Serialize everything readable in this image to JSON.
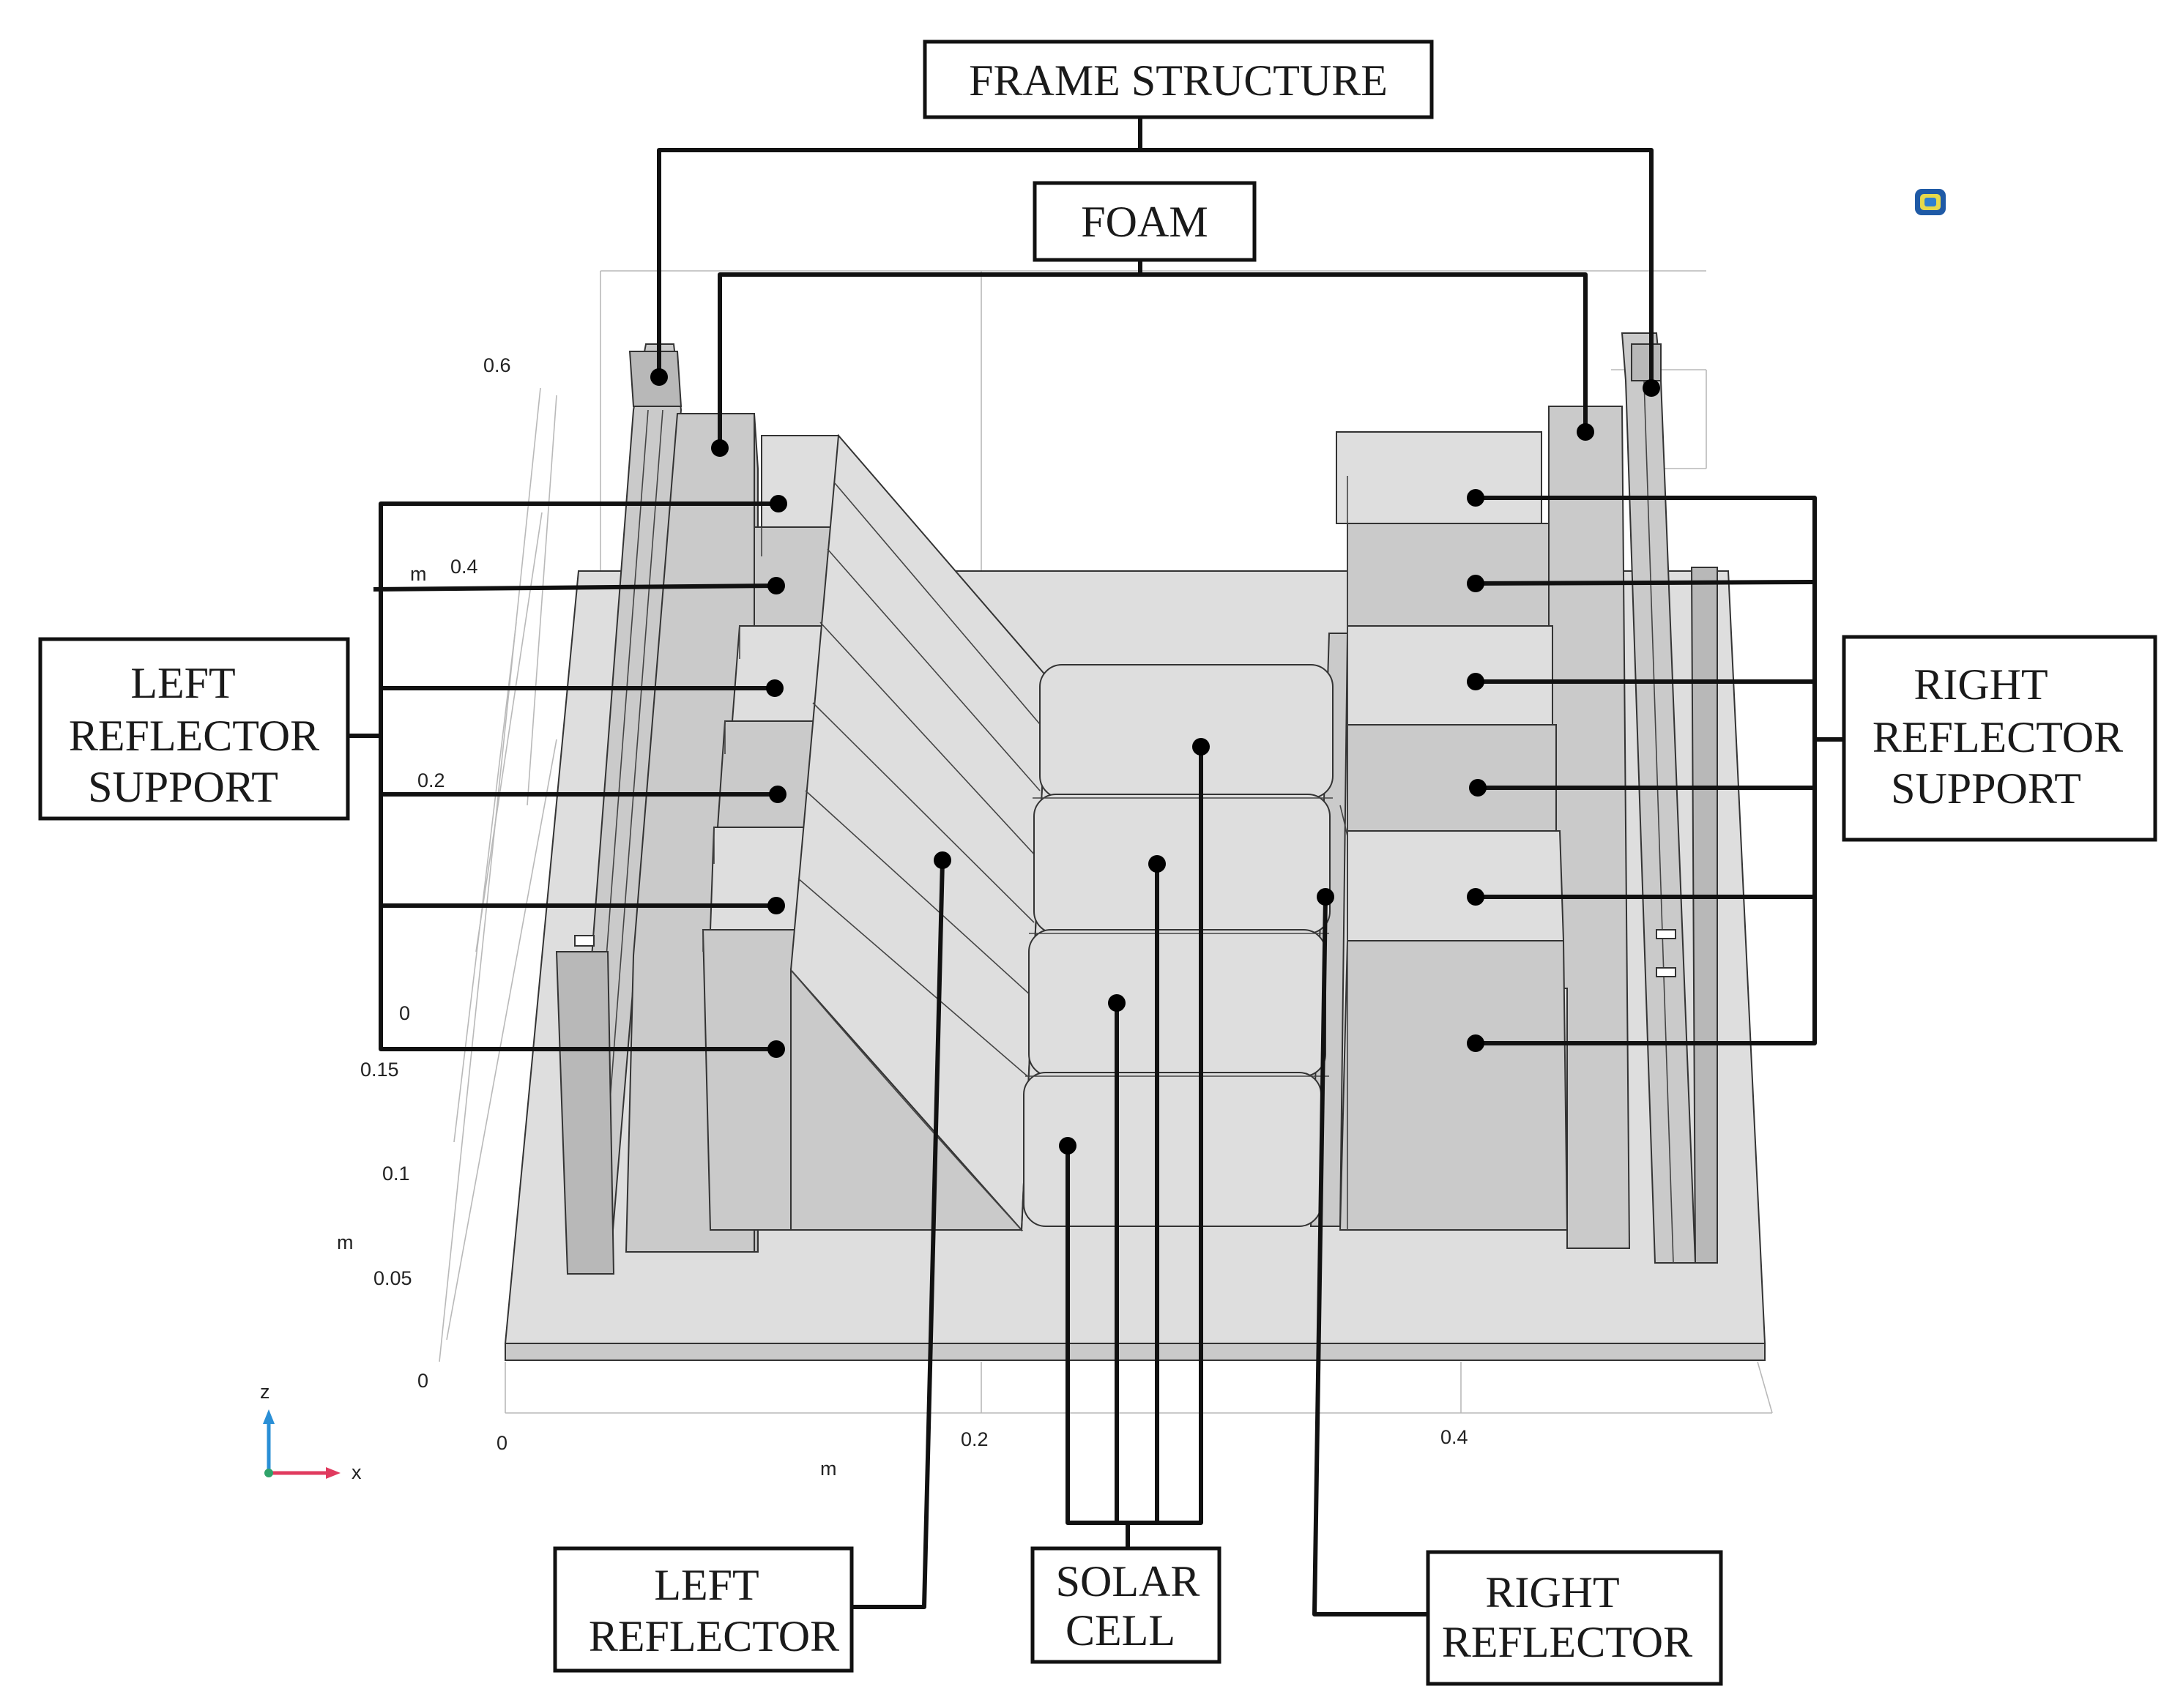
{
  "labels": {
    "frame_structure": "FRAME STRUCTURE",
    "foam": "FOAM",
    "left_reflector_support": [
      "LEFT",
      "REFLECTOR",
      "SUPPORT"
    ],
    "right_reflector_support": [
      "RIGHT",
      "REFLECTOR",
      "SUPPORT"
    ],
    "left_reflector": [
      "LEFT",
      "REFLECTOR"
    ],
    "solar_cell": [
      "SOLAR",
      "CELL"
    ],
    "right_reflector": [
      "RIGHT",
      "REFLECTOR"
    ]
  },
  "axes": {
    "z_upper_ticks": [
      "0.6",
      "0.4",
      "0.2",
      "0"
    ],
    "z_upper_unit": "m",
    "z_lower_ticks": [
      "0.15",
      "0.1",
      "0.05",
      "0"
    ],
    "z_lower_unit": "m",
    "x_ticks": [
      "0",
      "0.2",
      "0.4"
    ],
    "x_unit": "m",
    "triad_z": "z",
    "triad_x": "x"
  },
  "colors": {
    "face_top": "#dedede",
    "face_front": "#cacaca",
    "face_side": "#b8b8b8",
    "triad_z": "#2a8fd6",
    "triad_x": "#e03a5e",
    "triad_y": "#2fa36a"
  },
  "icons": {
    "viewport_logo": "comsol-logo-icon"
  }
}
